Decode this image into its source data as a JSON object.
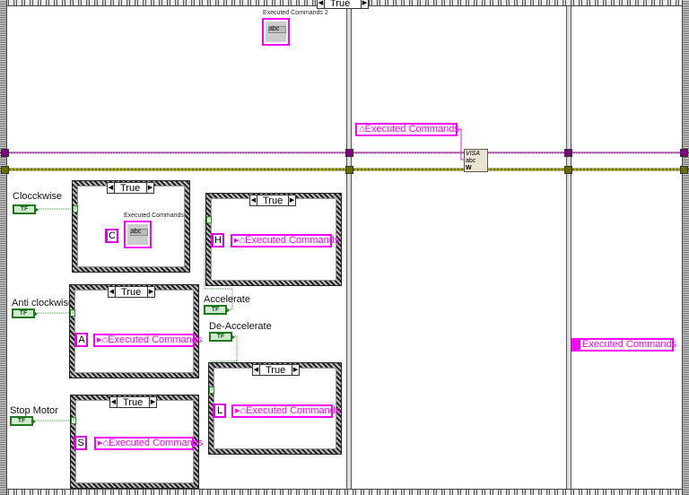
{
  "case_selector_value": "True",
  "indicator_top": {
    "label": "Executed Commands 2",
    "value": "abc"
  },
  "local_var_top": {
    "label": "Executed Commands"
  },
  "visa_write": {
    "line1": "VISA",
    "line2": "abc",
    "footer": "W"
  },
  "local_var_right": {
    "label": "Executed Commands"
  },
  "controls": [
    {
      "label": "Clocckwise",
      "glyph": "TF"
    },
    {
      "label": "Anti clockwise",
      "glyph": "TF"
    },
    {
      "label": "Stop Motor",
      "glyph": "TF"
    },
    {
      "label": "Accelerate",
      "glyph": "TF"
    },
    {
      "label": "De-Accelerate",
      "glyph": "TF"
    }
  ],
  "cases": [
    {
      "selector": "True",
      "constant": "C",
      "indicator_label": "Executed Commands",
      "indicator_value": "abc"
    },
    {
      "selector": "True",
      "constant": "H",
      "local_var": "Executed Commands"
    },
    {
      "selector": "True",
      "constant": "A",
      "local_var": "Executed Commands"
    },
    {
      "selector": "True",
      "constant": "L",
      "local_var": "Executed Commands"
    },
    {
      "selector": "True",
      "constant": "S",
      "local_var": "Executed Commands"
    }
  ],
  "colors": {
    "string_wire": "#ff00ff",
    "boolean_wire": "#2a8a2a",
    "visa_wire": "#800080",
    "error_wire": "#c8c800"
  }
}
